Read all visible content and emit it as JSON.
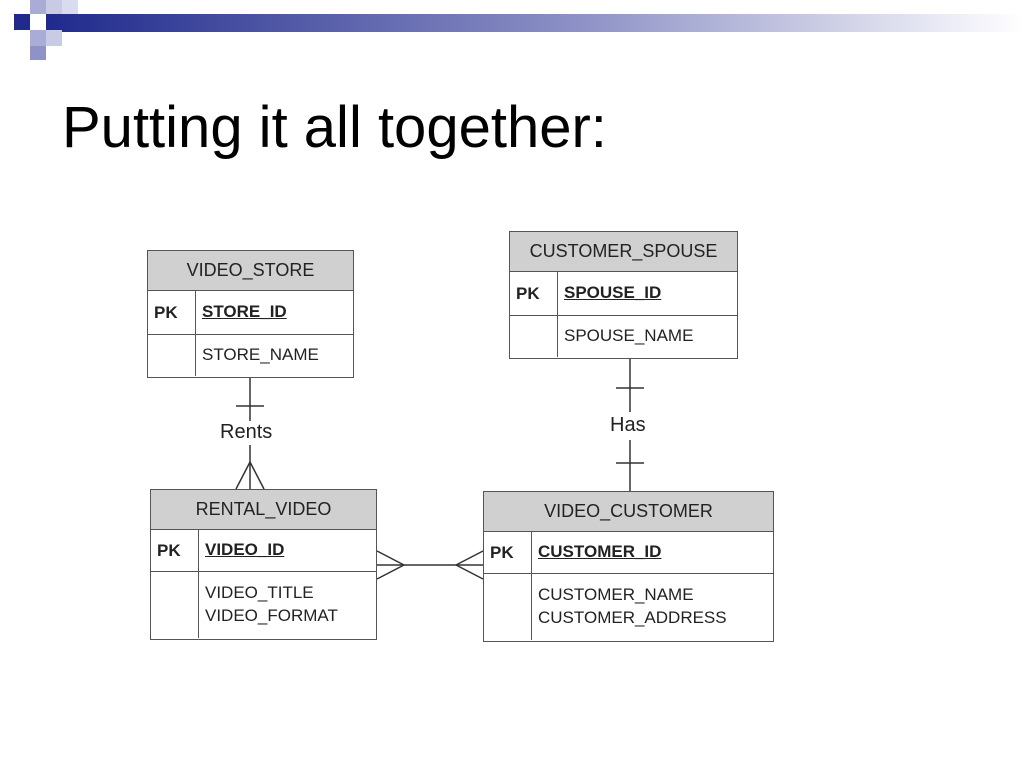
{
  "slide": {
    "title": "Putting it all together:",
    "accent_color": "#1f2a8c"
  },
  "entities": {
    "video_store": {
      "name": "VIDEO_STORE",
      "pk_label": "PK",
      "pk_field": "STORE_ID",
      "fields": [
        "STORE_NAME"
      ]
    },
    "customer_spouse": {
      "name": "CUSTOMER_SPOUSE",
      "pk_label": "PK",
      "pk_field": "SPOUSE_ID",
      "fields": [
        "SPOUSE_NAME"
      ]
    },
    "rental_video": {
      "name": "RENTAL_VIDEO",
      "pk_label": "PK",
      "pk_field": "VIDEO_ID",
      "fields": [
        "VIDEO_TITLE",
        "VIDEO_FORMAT"
      ]
    },
    "video_customer": {
      "name": "VIDEO_CUSTOMER",
      "pk_label": "PK",
      "pk_field": "CUSTOMER_ID",
      "fields": [
        "CUSTOMER_NAME",
        "CUSTOMER_ADDRESS"
      ]
    }
  },
  "relationships": {
    "rents": {
      "label": "Rents",
      "from": "VIDEO_STORE",
      "to": "RENTAL_VIDEO",
      "cardinality_from": "one",
      "cardinality_to": "many"
    },
    "has": {
      "label": "Has",
      "from": "CUSTOMER_SPOUSE",
      "to": "VIDEO_CUSTOMER",
      "cardinality_from": "one",
      "cardinality_to": "one"
    },
    "rental_customer": {
      "label": "",
      "from": "RENTAL_VIDEO",
      "to": "VIDEO_CUSTOMER",
      "cardinality_from": "many",
      "cardinality_to": "many"
    }
  }
}
